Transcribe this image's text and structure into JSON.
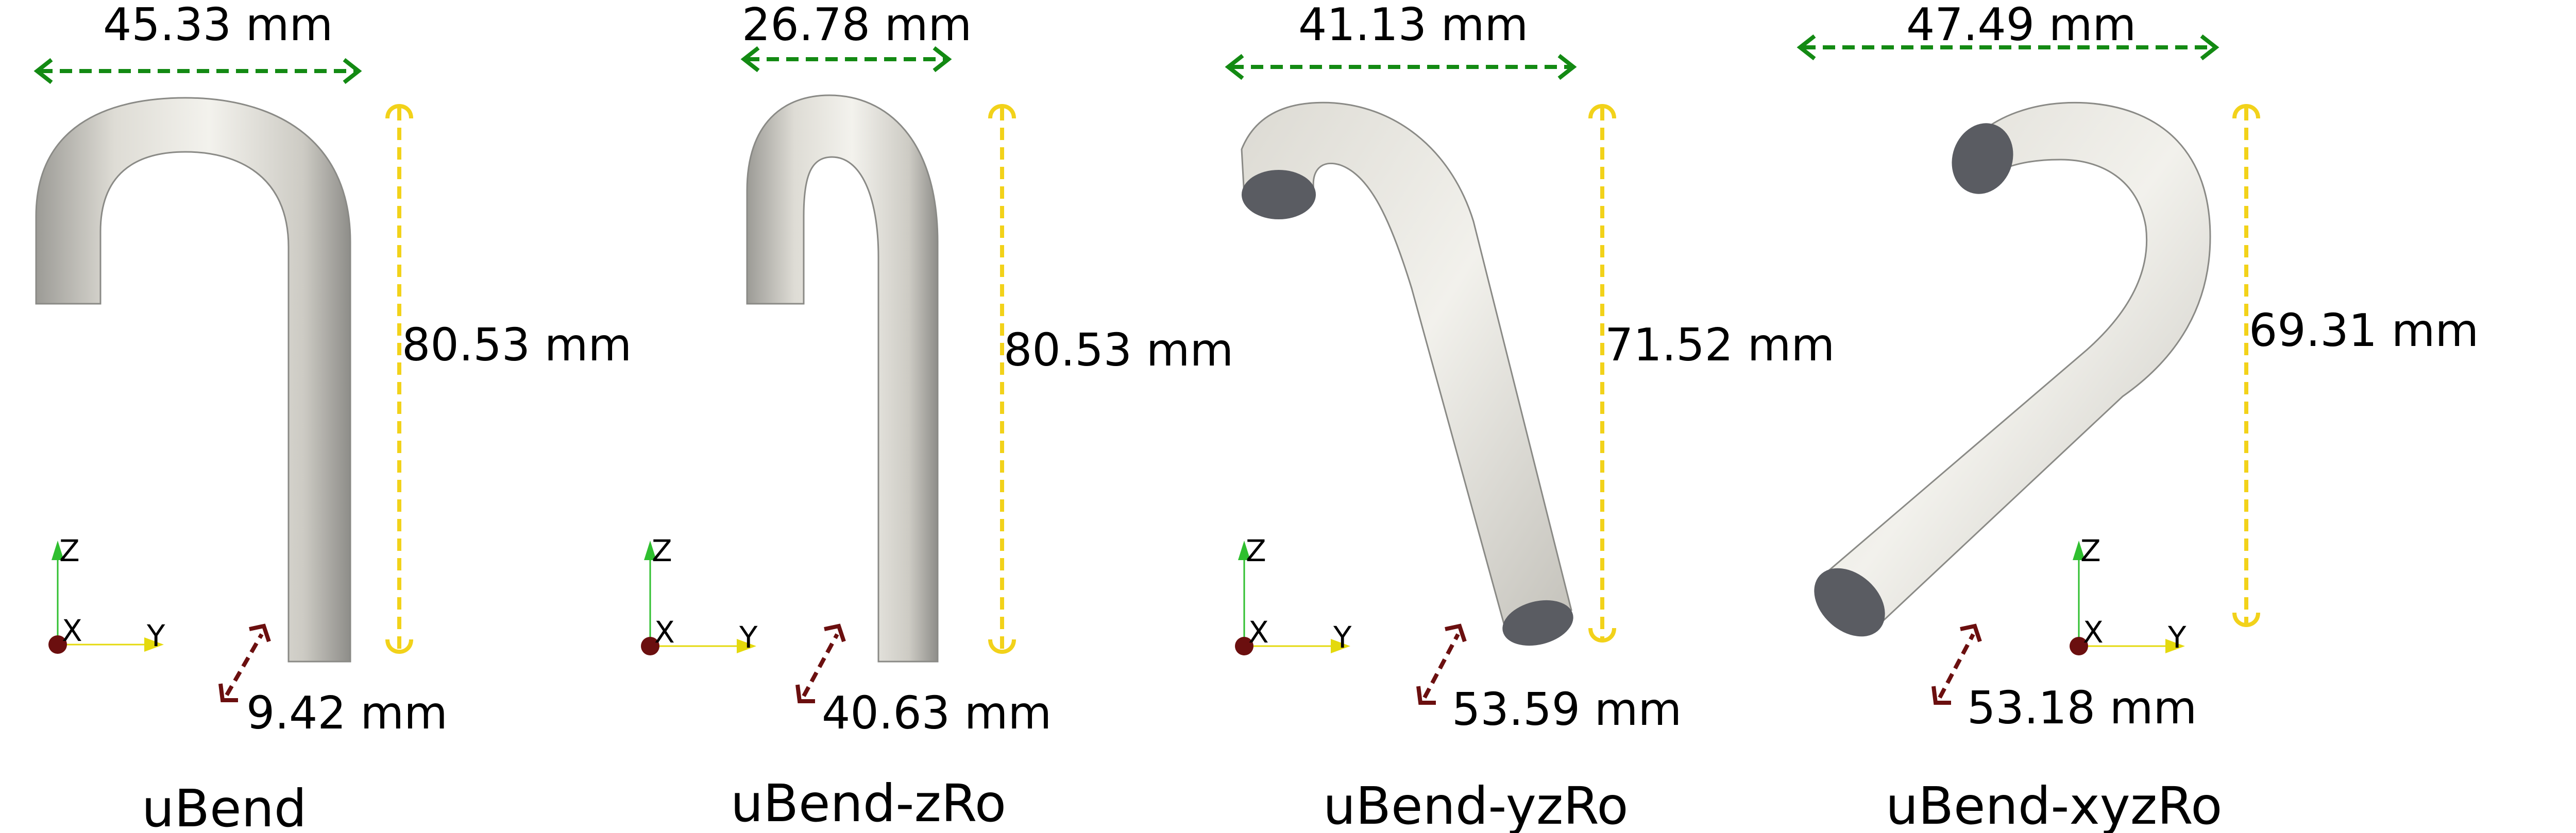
{
  "colors": {
    "width_dim": "#138a13",
    "height_dim": "#f2d21a",
    "depth_dim": "#6b0f0f",
    "tube_light": "#f0efea",
    "tube_mid": "#cfcdc6",
    "tube_dark": "#8a8a86",
    "cap": "#5a5c62",
    "axis_x": "#6b0f0f",
    "axis_y": "#e4d90d",
    "axis_z": "#2fbf2f"
  },
  "panels": [
    {
      "name": "uBend",
      "width": "45.33 mm",
      "height": "80.53 mm",
      "depth": "9.42 mm",
      "axes": {
        "z": "Z",
        "x": "X",
        "y": "Y"
      }
    },
    {
      "name": "uBend-zRo",
      "width": "26.78 mm",
      "height": "80.53 mm",
      "depth": "40.63 mm",
      "axes": {
        "z": "Z",
        "x": "X",
        "y": "Y"
      }
    },
    {
      "name": "uBend-yzRo",
      "width": "41.13 mm",
      "height": "71.52 mm",
      "depth": "53.59 mm",
      "axes": {
        "z": "Z",
        "x": "X",
        "y": "Y"
      }
    },
    {
      "name": "uBend-xyzRo",
      "width": "47.49 mm",
      "height": "69.31 mm",
      "depth": "53.18 mm",
      "axes": {
        "z": "Z",
        "x": "X",
        "y": "Y"
      }
    }
  ]
}
